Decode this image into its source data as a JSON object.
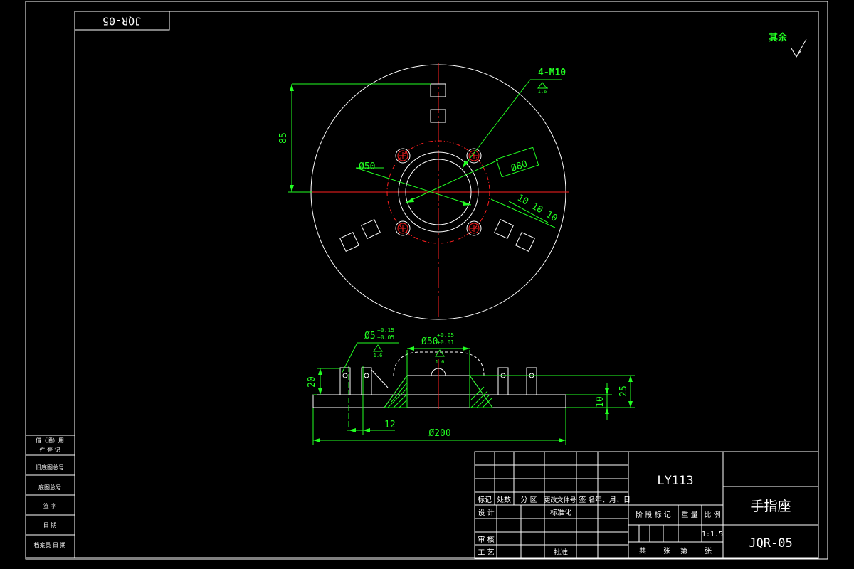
{
  "drawing": {
    "code_box": "JQR-05",
    "surface_note": "其余",
    "front_view": {
      "thread_label": "4-M10",
      "thread_roughness": "1.6",
      "height_dim": "85",
      "bore_dim": "Ø50",
      "bolt_circle_dim": "Ø80",
      "spacing_dims": "10 10 10"
    },
    "section_view": {
      "small_hole_dim": "Ø5",
      "small_hole_tol_upper": "+0.15",
      "small_hole_tol_lower": "+0.05",
      "small_hole_roughness": "1.6",
      "bore_dim": "Ø50",
      "bore_tol_upper": "+0.05",
      "bore_tol_lower": "+0.01",
      "bore_roughness": "1.6",
      "height_20": "20",
      "height_25": "25",
      "height_10": "10",
      "width_12": "12",
      "diameter_200": "Ø200"
    },
    "side_table": [
      "借（通）用",
      "件 登 记",
      "旧底图总号",
      "底图总号",
      "签 字",
      "日 期",
      "档案员  日 期"
    ],
    "title_block": {
      "material": "LY113",
      "part_name": "手指座",
      "drawing_no": "JQR-05",
      "scale": "1:1.5",
      "row_labels": [
        "标记",
        "处数",
        "分 区",
        "更改文件号",
        "签 名",
        "年、月、日"
      ],
      "design": "设 计",
      "standardize": "标准化",
      "review": "审 核",
      "process": "工 艺",
      "approve": "批准",
      "stage_mark": "阶 段 标 记",
      "weight": "重 量",
      "ratio": "比 例",
      "sheets_total": "共",
      "sheets_word": "张",
      "sheet_no": "第",
      "sheet_word2": "张"
    }
  }
}
